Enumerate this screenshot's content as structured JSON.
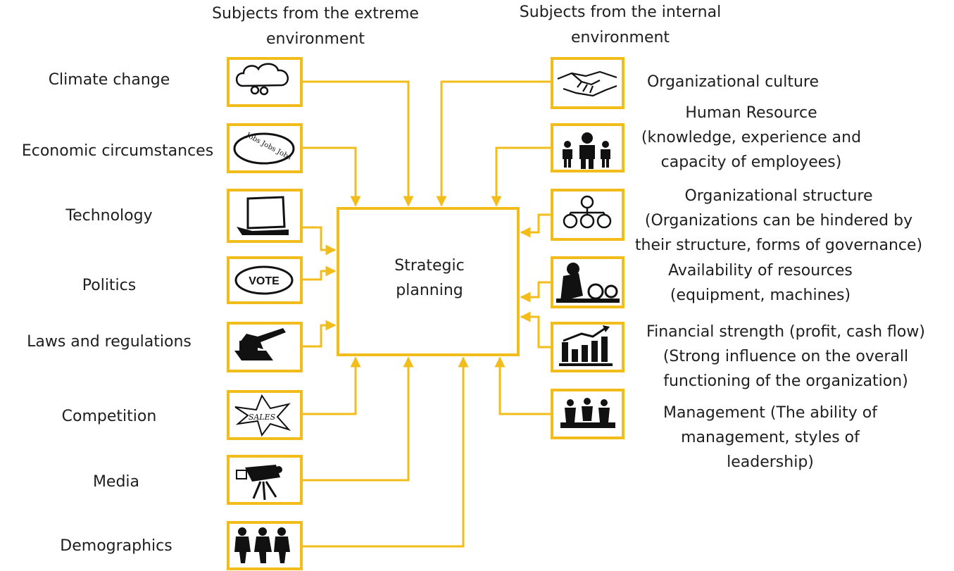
{
  "headers": {
    "external": [
      "Subjects from the extreme",
      "environment"
    ],
    "internal": [
      "Subjects from the internal",
      "environment"
    ]
  },
  "center": {
    "lines": [
      "Strategic",
      "planning"
    ]
  },
  "left_factors": [
    {
      "icon": "cloud-icon",
      "lines": [
        "Climate change"
      ]
    },
    {
      "icon": "newspaper-jobs-icon",
      "icon_text": "Jobs Jobs Jobs",
      "lines": [
        "Economic circumstances"
      ]
    },
    {
      "icon": "laptop-icon",
      "lines": [
        "Technology"
      ]
    },
    {
      "icon": "vote-icon",
      "icon_text": "VOTE",
      "lines": [
        "Politics"
      ]
    },
    {
      "icon": "gavel-icon",
      "lines": [
        "Laws and regulations"
      ]
    },
    {
      "icon": "sales-star-icon",
      "icon_text": "SALES",
      "lines": [
        "Competition"
      ]
    },
    {
      "icon": "video-camera-icon",
      "lines": [
        "Media"
      ]
    },
    {
      "icon": "people-group-icon",
      "lines": [
        "Demographics"
      ]
    }
  ],
  "right_factors": [
    {
      "icon": "handshake-icon",
      "lines": [
        "Organizational culture"
      ]
    },
    {
      "icon": "employees-icon",
      "lines": [
        "Human Resource",
        "(knowledge, experience and",
        "capacity of employees)"
      ]
    },
    {
      "icon": "org-chart-icon",
      "lines": [
        "Organizational structure",
        "(Organizations can be hindered by",
        "their structure, forms of governance)"
      ]
    },
    {
      "icon": "equipment-icon",
      "lines": [
        "Availability of resources",
        "(equipment, machines)"
      ]
    },
    {
      "icon": "bar-chart-growth-icon",
      "lines": [
        "Financial strength (profit, cash flow)",
        "(Strong influence on the overall",
        "functioning of the organization)"
      ]
    },
    {
      "icon": "meeting-icon",
      "lines": [
        "Management (The ability of",
        "management, styles of",
        "leadership)"
      ]
    }
  ],
  "colors": {
    "accent": "#f2bc1b",
    "text": "#1e1e1e",
    "icon": "#111111"
  }
}
